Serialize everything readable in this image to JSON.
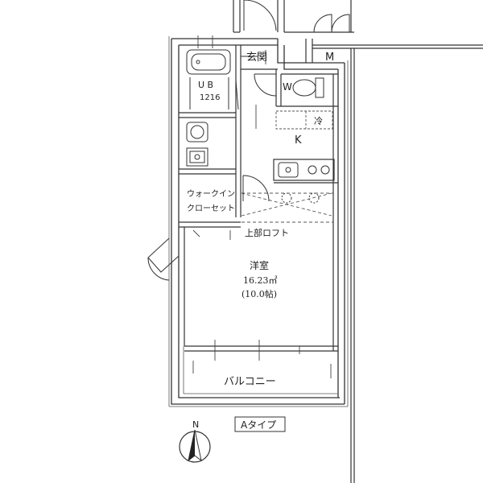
{
  "plan": {
    "rooms": {
      "entrance": "玄関",
      "meter": "M",
      "unit_bath": "U B",
      "unit_bath_size": "1216",
      "toilet": "W",
      "fridge": "冷",
      "kitchen": "K",
      "walk_in_closet_line1": "ウォークイン",
      "walk_in_closet_line2": "クローセット",
      "loft": "上部ロフト",
      "western_room": "洋室",
      "western_room_area": "16.23㎡",
      "western_room_tatami": "(10.0帖)",
      "balcony": "バルコニー"
    },
    "compass_label": "N",
    "type_label": "Aタイプ"
  }
}
